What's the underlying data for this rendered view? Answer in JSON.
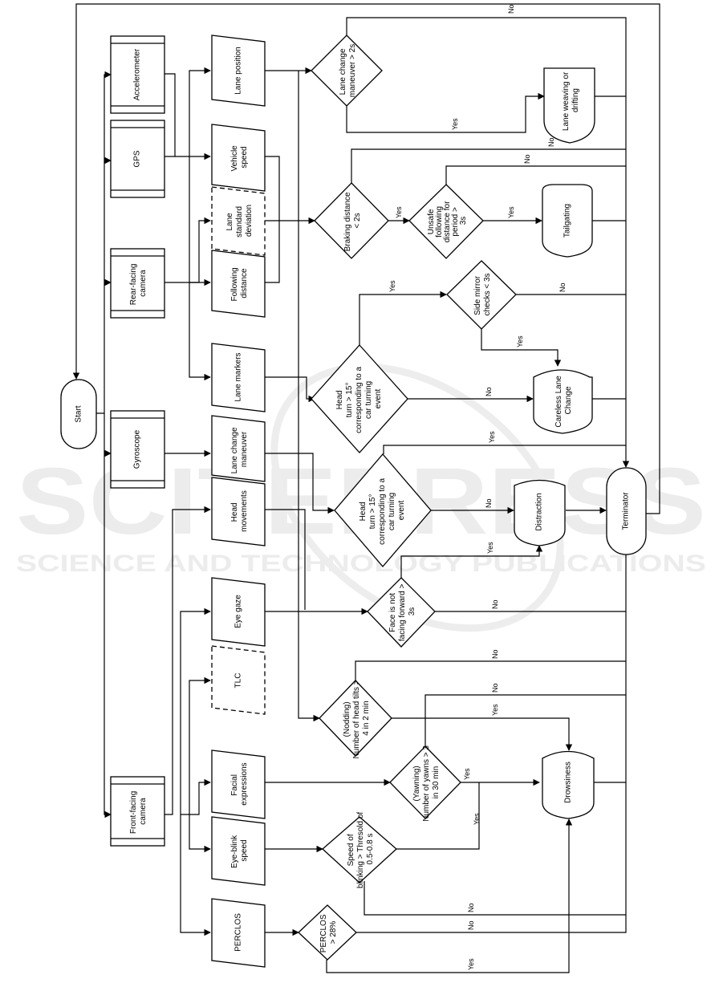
{
  "nodes": {
    "start": "Start",
    "accelerometer": "Accelerometer",
    "gps": "GPS",
    "rear_camera": [
      "Rear-facing",
      "camera"
    ],
    "gyroscope": "Gyroscope",
    "front_camera": [
      "Front-facing",
      "camera"
    ],
    "lane_position": "Lane position",
    "vehicle_speed": [
      "Vehicle",
      "speed"
    ],
    "lane_sd": [
      "Lane",
      "standard",
      "deviation"
    ],
    "following_distance": [
      "Following",
      "distance"
    ],
    "lane_markers": "Lane markers",
    "lane_change_maneuver": [
      "Lane change",
      "maneuver"
    ],
    "head_movements": [
      "Head",
      "movements"
    ],
    "eye_gaze": "Eye gaze",
    "tlc": "TLC",
    "facial_expressions": [
      "Facial",
      "expressions"
    ],
    "eye_blink_speed": [
      "Eye-blink",
      "speed"
    ],
    "perclos": "PERCLOS",
    "d_lane_change": [
      "Lane change",
      "maneuver > 2s"
    ],
    "d_braking": [
      "Braking distance",
      "< 2s"
    ],
    "d_unsafe": [
      "Unsafe",
      "following",
      "distance for",
      "period >",
      "3s"
    ],
    "d_mirror": [
      "Side mirror",
      "checks < 3s"
    ],
    "d_headturn1": [
      "Head",
      "turn > 15°",
      "corresponding to a",
      "car turning",
      "event"
    ],
    "d_headturn2": [
      "Head",
      "turn > 15°",
      "corresponding to a",
      "car turning",
      "event"
    ],
    "d_face": [
      "Face is not",
      "facing forward >",
      "3s"
    ],
    "d_nodding": [
      "(Nodding)",
      "Number of head tilts >",
      "4 in 2 min"
    ],
    "d_yawning": [
      "(Yawning)",
      "Number of yawns > 3",
      "in 30 min"
    ],
    "d_blink": [
      "Speed of",
      "blinking > Thresold of",
      "0.5-0.8 s"
    ],
    "d_perclos": [
      "PERCLOS",
      "> 28%"
    ],
    "o_weaving": [
      "Lane weaving or",
      "drifting"
    ],
    "o_tailgating": "Tailgating",
    "o_careless": [
      "Careless Lane",
      "Change"
    ],
    "o_distraction": "Distraction",
    "o_drowsiness": "Drowsiness",
    "terminator": "Terminator"
  },
  "edge_labels": {
    "yes": "Yes",
    "no": "No"
  },
  "watermark": {
    "main": "SCITEPRESS",
    "sub": "SCIENCE AND TECHNOLOGY PUBLICATIONS"
  }
}
